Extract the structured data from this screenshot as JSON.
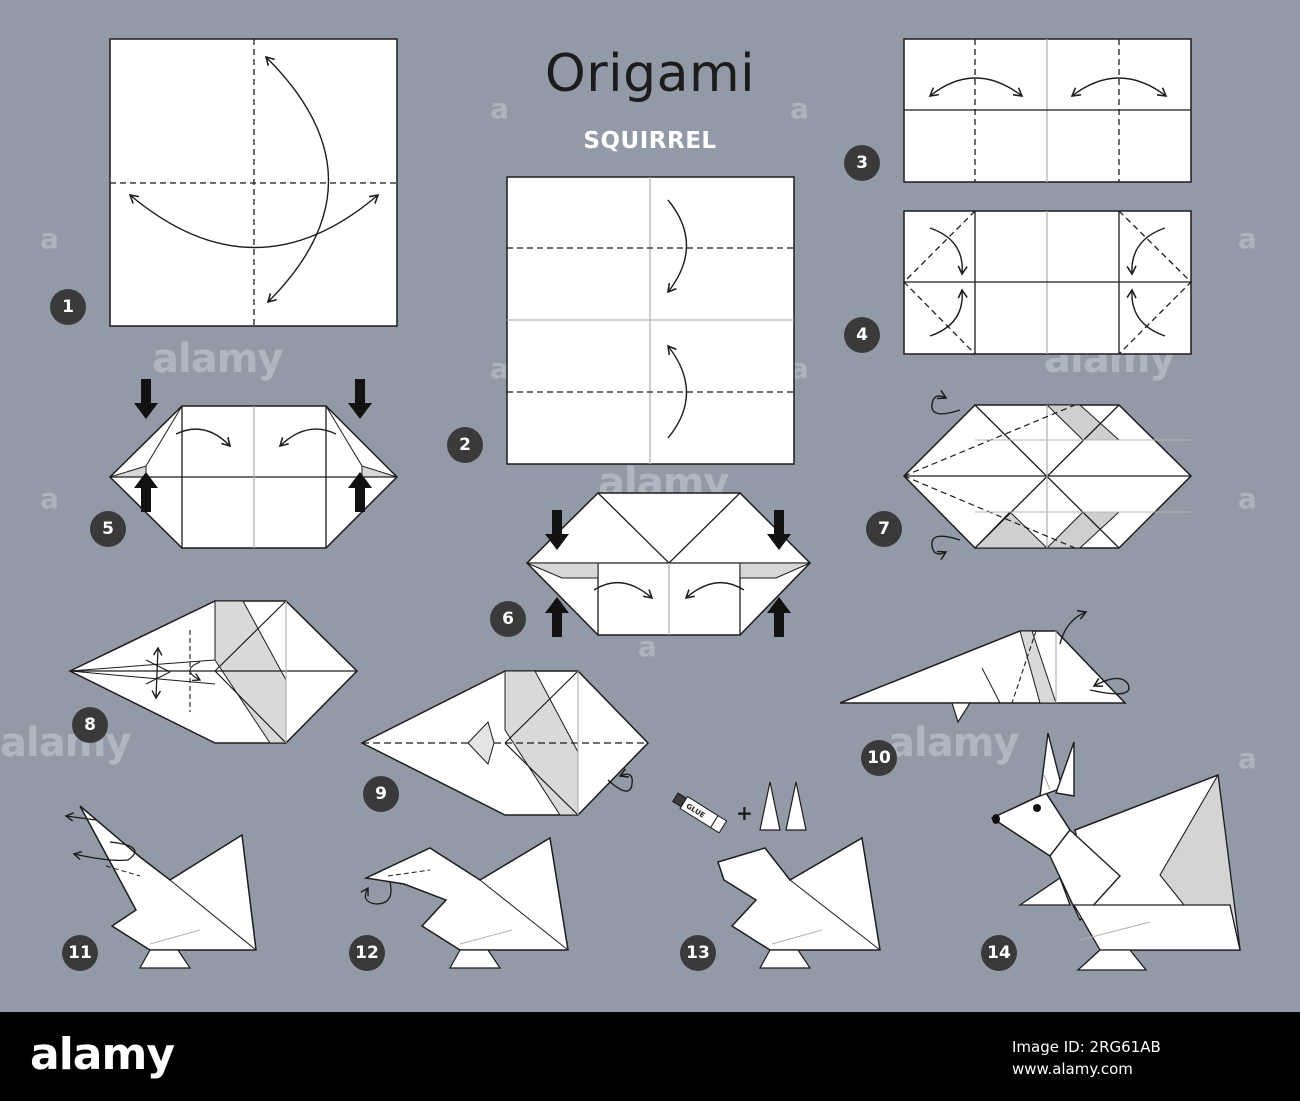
{
  "title": "Origami",
  "subtitle": "SQUIRREL",
  "steps": [
    "1",
    "2",
    "3",
    "4",
    "5",
    "6",
    "7",
    "8",
    "9",
    "10",
    "11",
    "12",
    "13",
    "14"
  ],
  "glue": {
    "label": "GLUE",
    "plus": "+"
  },
  "watermark": {
    "text": "alamy",
    "letter": "a"
  },
  "footer": {
    "logo": "alamy",
    "image_id": "Image ID: 2RG61AB",
    "url": "www.alamy.com"
  },
  "colors": {
    "background": "#929aa7",
    "paper": "#ffffff",
    "paper_shade": "#cfcfcf",
    "line": "#1c1c1c",
    "badge": "#3a3a3a",
    "footer": "#000000"
  },
  "icons": [
    "fold-arrow-icon",
    "push-arrow-icon",
    "turn-over-icon",
    "glue-stick-icon",
    "ear-piece-icon"
  ]
}
